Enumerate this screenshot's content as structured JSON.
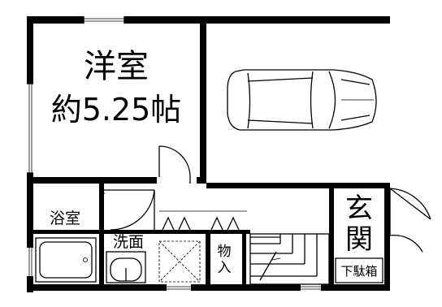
{
  "rooms": {
    "western_room_name": "洋室",
    "western_room_size": "約5.25帖",
    "bath": "浴室",
    "washroom": "洗面",
    "storage_line1": "物",
    "storage_line2": "入",
    "entrance_line1": "玄",
    "entrance_line2": "関",
    "shoe_box": "下駄箱"
  }
}
